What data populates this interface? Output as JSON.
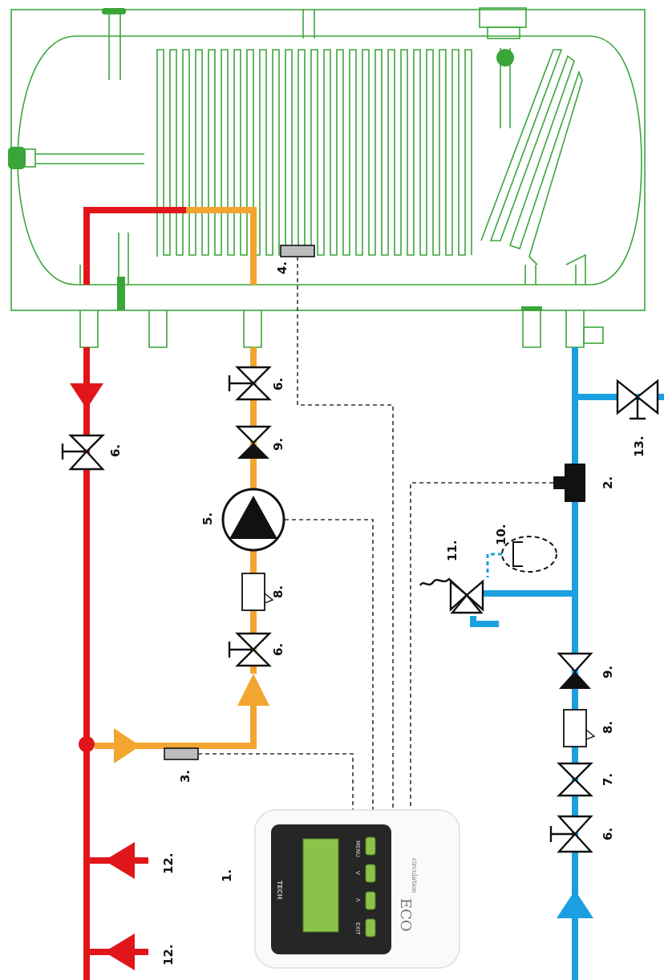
{
  "labels": {
    "controller": "1.",
    "flow_sensor": "2.",
    "temp_sensor_return": "3.",
    "temp_sensor_tank": "4.",
    "pump": "5.",
    "valve_hot": "6.",
    "valve_top": "6.",
    "valve_mid": "6.",
    "valve_cold": "6.",
    "valve_7": "7.",
    "filter_left": "8.",
    "filter_right": "8.",
    "check_left": "9.",
    "check_right": "9.",
    "expansion": "10.",
    "safety_valve": "11.",
    "outlet_1": "12.",
    "outlet_2": "12.",
    "drain_valve": "13."
  },
  "controller": {
    "brand": "TECH",
    "product": "ECO",
    "product_sub": "circulation",
    "buttons": [
      "MENU",
      "V",
      "Λ",
      "EXIT"
    ]
  },
  "colors": {
    "tank": "#3aa63a",
    "hot_water": "#e0161b",
    "circulation": "#f2a52f",
    "cold_water": "#1aa0e0",
    "display": "#8bc34a"
  },
  "icons": [
    "pump-icon",
    "valve-icon",
    "check-valve-icon",
    "filter-icon",
    "sensor-icon",
    "expansion-vessel-icon",
    "safety-valve-icon"
  ]
}
